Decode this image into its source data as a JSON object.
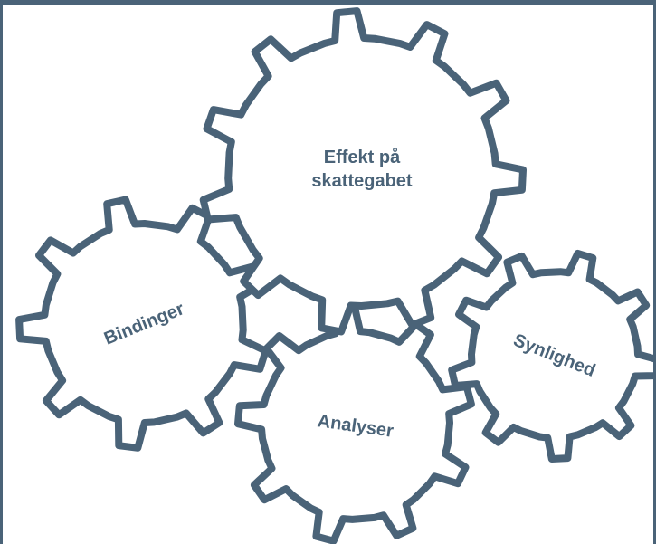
{
  "colors": {
    "gear_stroke": "#4a6378",
    "gear_fill": "#ffffff",
    "text": "#4a6378",
    "frame": "#4a6378"
  },
  "gears": [
    {
      "id": "effekt",
      "label_lines": [
        "Effekt på",
        "skattegabet"
      ]
    },
    {
      "id": "bindinger",
      "label_lines": [
        "Bindinger"
      ]
    },
    {
      "id": "analyser",
      "label_lines": [
        "Analyser"
      ]
    },
    {
      "id": "synlighed",
      "label_lines": [
        "Synlighed"
      ]
    }
  ]
}
